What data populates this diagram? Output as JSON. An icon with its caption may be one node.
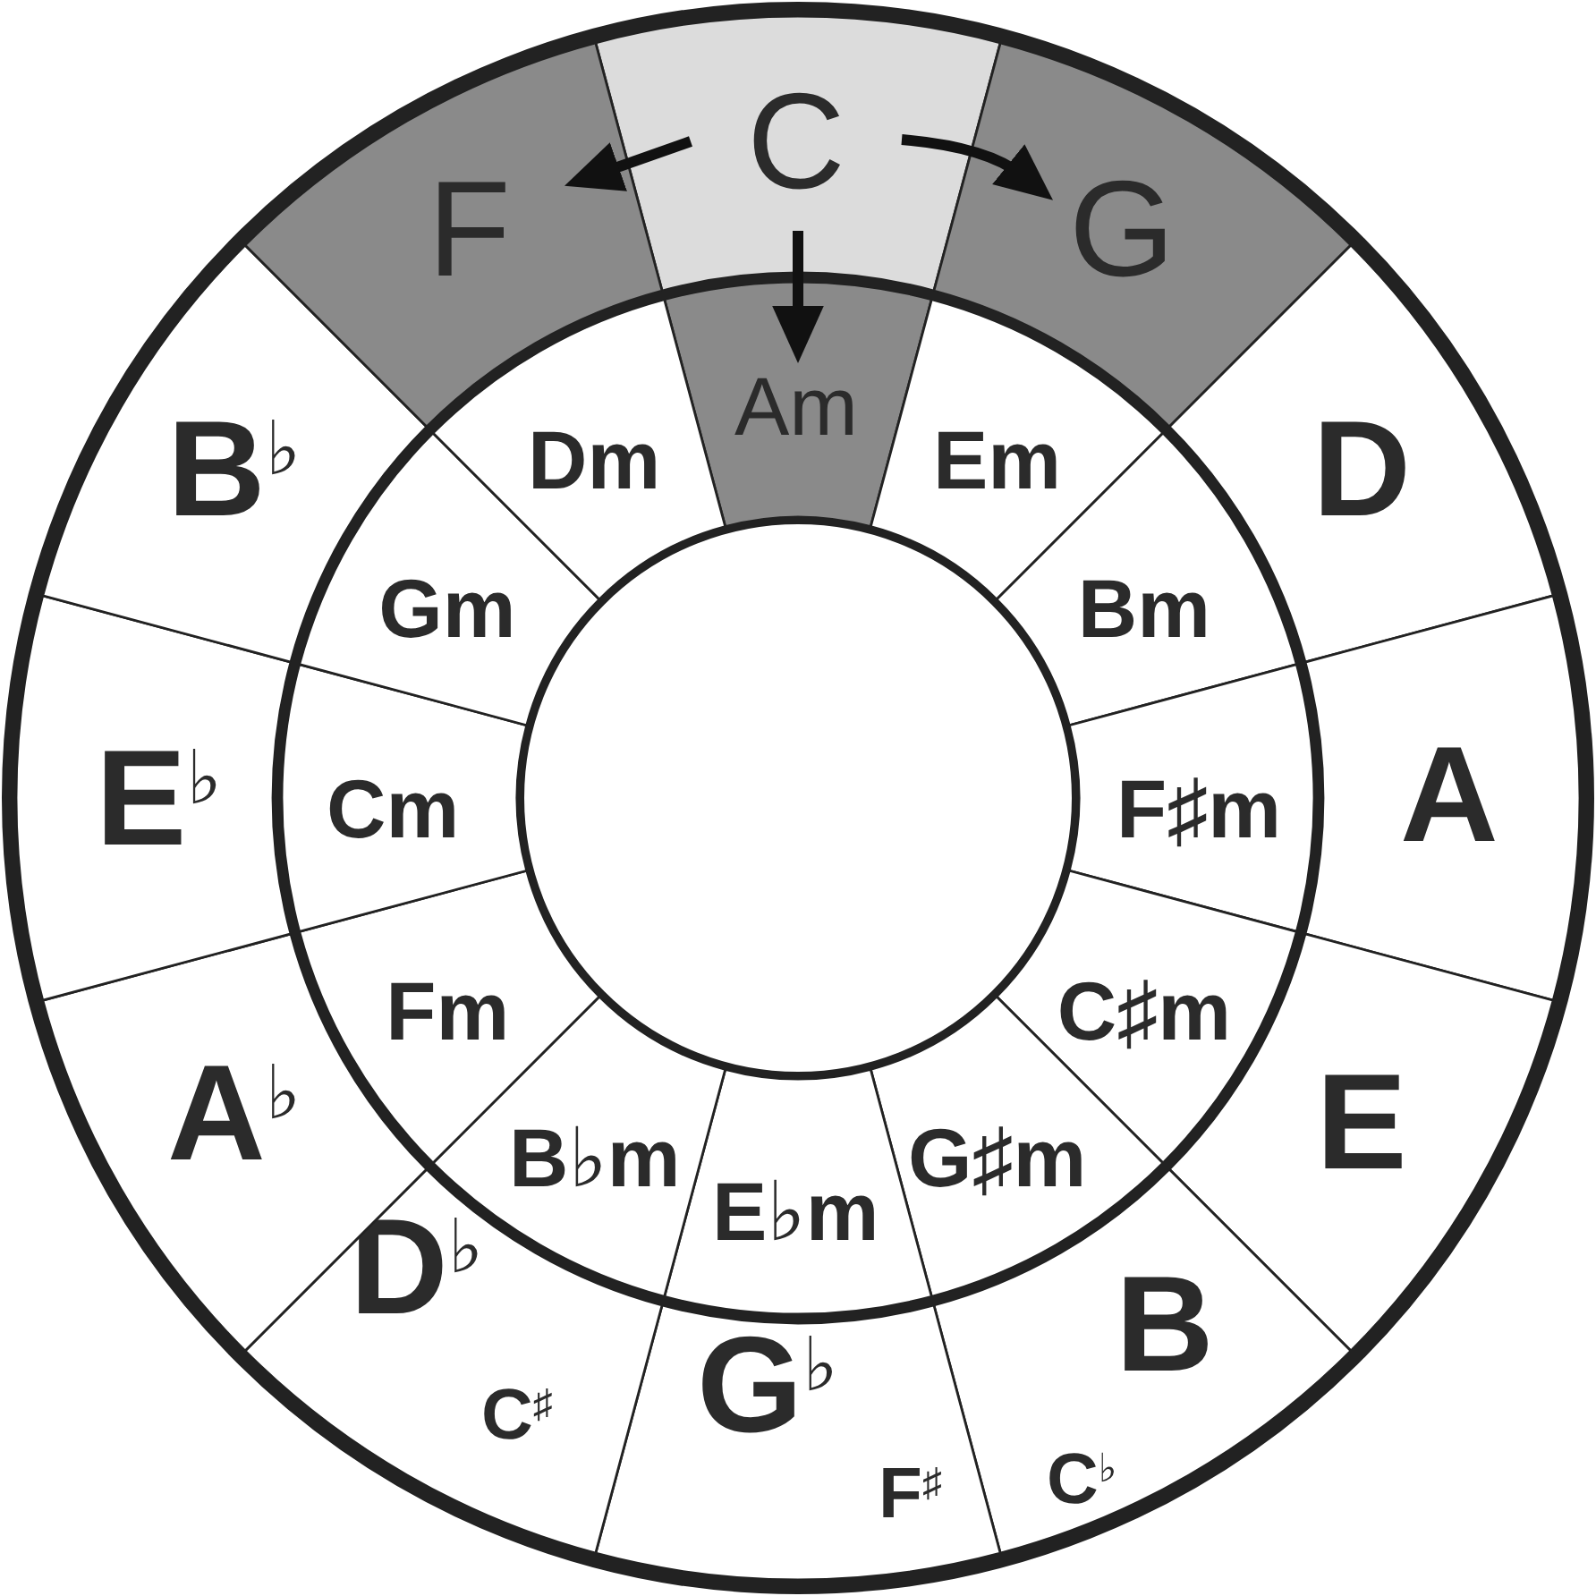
{
  "diagram": {
    "nodes": [
      {
        "text": [
          "C"
        ]
      },
      {
        "text": [
          "G"
        ]
      },
      {
        "text": [
          "D"
        ]
      },
      {
        "text": [
          "A"
        ]
      },
      {
        "text": [
          "E"
        ]
      },
      {
        "text": [
          "B",
          "C$^{♭}$"
        ]
      },
      {
        "text": [
          "G$^{♭}$",
          "F$^{♯}$"
        ]
      },
      {
        "text": [
          "D$^{♭}$",
          "C$^{♯}$"
        ]
      },
      {
        "text": [
          "A$^{♭}$"
        ]
      },
      {
        "text": [
          "E$^{♭}$"
        ]
      },
      {
        "text": [
          "B$^{♭}$"
        ]
      },
      {
        "text": [
          "F"
        ]
      },
      {
        "text": [
          "Am"
        ]
      },
      {
        "text": [
          "Em"
        ]
      },
      {
        "text": [
          "Bm"
        ]
      },
      {
        "text": [
          "F♯m"
        ]
      },
      {
        "text": [
          "C♯m"
        ]
      },
      {
        "text": [
          "G♯m"
        ]
      },
      {
        "text": [
          "E♭m"
        ]
      },
      {
        "text": [
          "B♭m"
        ]
      },
      {
        "text": [
          "Fm"
        ]
      },
      {
        "text": [
          "Cm"
        ]
      },
      {
        "text": [
          "Gm"
        ]
      },
      {
        "text": [
          "Dm"
        ]
      },
      {
        "text": [],
        "shape": "circle"
      }
    ],
    "edges": [
      {
        "from": 0,
        "to": 11,
        "arrow": "to"
      },
      {
        "from": 0,
        "to": 1,
        "arrow": "to"
      },
      {
        "from": 0,
        "to": 12,
        "arrow": "to"
      }
    ]
  }
}
